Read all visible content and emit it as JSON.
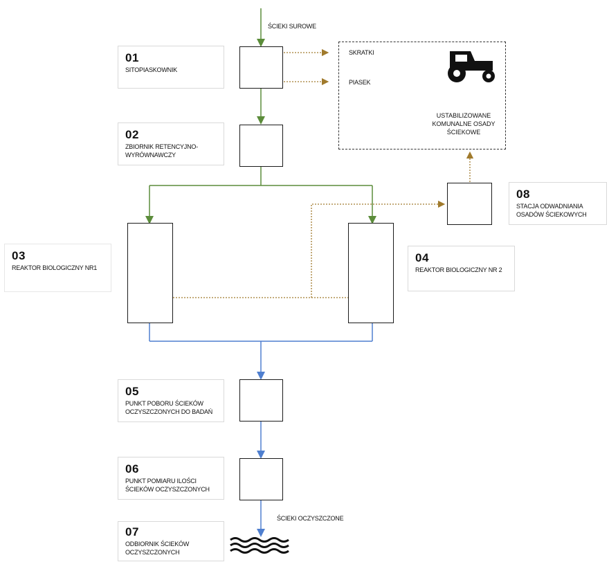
{
  "inputs": {
    "raw_sewage": "ŚCIEKI SUROWE",
    "treated_sewage": "ŚCIEKI OCZYSZCZONE"
  },
  "disposal": {
    "screenings": "SKRATKI",
    "sand": "PIASEK",
    "stabilized_sludge": "USTABILIZOWANE KOMUNALNE OSADY ŚCIEKOWE",
    "icon": "tractor-icon"
  },
  "steps": [
    {
      "num": "01",
      "text": "SITOPIASKOWNIK"
    },
    {
      "num": "02",
      "text": "ZBIORNIK RETENCYJNO-WYRÓWNAWCZY"
    },
    {
      "num": "03",
      "text": "REAKTOR BIOLOGICZNY NR1"
    },
    {
      "num": "04",
      "text": "REAKTOR BIOLOGICZNY NR 2"
    },
    {
      "num": "05",
      "text": "PUNKT POBORU ŚCIEKÓW OCZYSZCZONYCH DO BADAŃ"
    },
    {
      "num": "06",
      "text": "PUNKT POMIARU ILOŚCI ŚCIEKÓW OCZYSZCZONYCH"
    },
    {
      "num": "07",
      "text": "ODBIORNIK ŚCIEKÓW OCZYSZCZONYCH"
    },
    {
      "num": "08",
      "text": "STACJA ODWADNIANIA OSADÓW ŚCIEKOWYCH"
    }
  ],
  "colors": {
    "green_flow": "#5b8c3a",
    "brown_flow": "#a07a2c",
    "blue_flow": "#4f7fcf",
    "box_border": "#1a1a1a"
  }
}
